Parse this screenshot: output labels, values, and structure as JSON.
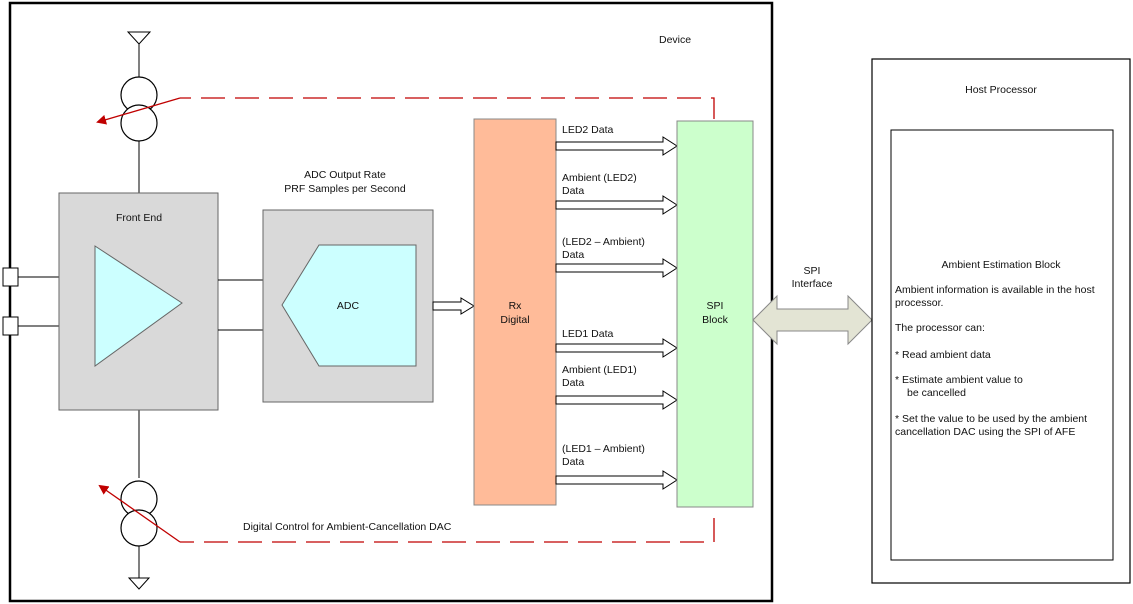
{
  "device": {
    "title": "Device"
  },
  "front_end": {
    "title": "Front End"
  },
  "adc_block": {
    "caption_line1": "ADC Output Rate",
    "caption_line2": "PRF Samples per Second",
    "label": "ADC"
  },
  "rx_digital": {
    "line1": "Rx",
    "line2": "Digital"
  },
  "spi_block": {
    "line1": "SPI",
    "line2": "Block"
  },
  "spi_interface": {
    "line1": "SPI",
    "line2": "Interface"
  },
  "data_labels": [
    {
      "lines": [
        "LED2 Data"
      ]
    },
    {
      "lines": [
        "Ambient (LED2)",
        "Data"
      ]
    },
    {
      "lines": [
        "(LED2 – Ambient)",
        "Data"
      ]
    },
    {
      "lines": [
        "LED1 Data"
      ]
    },
    {
      "lines": [
        "Ambient (LED1)",
        "Data"
      ]
    },
    {
      "lines": [
        "(LED1 – Ambient)",
        "Data"
      ]
    }
  ],
  "control_label": "Digital Control for Ambient-Cancellation DAC",
  "host": {
    "title": "Host Processor",
    "block_title": "Ambient Estimation Block",
    "desc_line1": "Ambient information is available in the host",
    "desc_line2": "processor.",
    "can_label": "The processor can:",
    "item1": "* Read ambient data",
    "item2_line1": "* Estimate ambient value to",
    "item2_line2": "be cancelled",
    "item3_line1": "* Set the value to be used by the ambient",
    "item3_line2": "cancellation DAC using the SPI of AFE"
  },
  "colors": {
    "front_end_fill": "#d9d9d9",
    "amplifier_fill": "#ccffff",
    "rx_digital_fill": "#ffbb99",
    "spi_block_fill": "#ccffcc",
    "spi_arrow_fill": "#e3e4d4",
    "control_line": "#c00000"
  }
}
